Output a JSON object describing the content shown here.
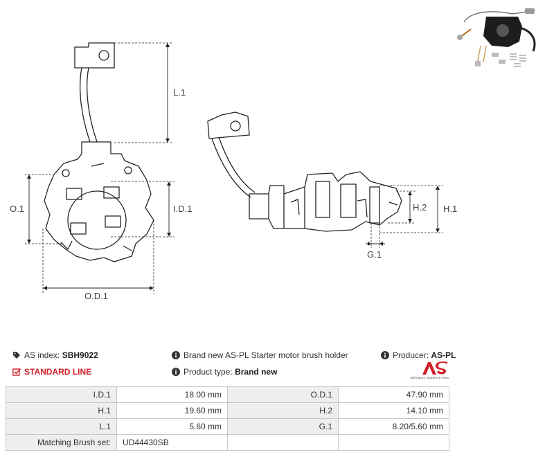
{
  "drawing": {
    "labels": {
      "l1": "L.1",
      "o1": "O.1",
      "id1": "I.D.1",
      "od1": "O.D.1",
      "h1": "H.1",
      "h2": "H.2",
      "g1": "G.1"
    }
  },
  "info": {
    "as_index_label": "AS index:",
    "as_index_value": "SBH9022",
    "description": "Brand new AS-PL Starter motor brush holder",
    "producer_label": "Producer:",
    "producer_value": "AS-PL",
    "standard_line": "STANDARD LINE",
    "product_type_label": "Product type:",
    "product_type_value": "Brand new",
    "logo_tag": "Alternators, Starters & Parts"
  },
  "table": [
    {
      "l1": "I.D.1",
      "v1": "18.00 mm",
      "l2": "O.D.1",
      "v2": "47.90 mm"
    },
    {
      "l1": "H.1",
      "v1": "19.60 mm",
      "l2": "H.2",
      "v2": "14.10 mm"
    },
    {
      "l1": "L.1",
      "v1": "5.60 mm",
      "l2": "G.1",
      "v2": "8.20/5.60 mm"
    },
    {
      "l1": "Matching Brush set:",
      "v1": "UD44430SB",
      "l2": "",
      "v2": ""
    }
  ],
  "colors": {
    "accent": "#d0202a",
    "line": "#222222"
  }
}
